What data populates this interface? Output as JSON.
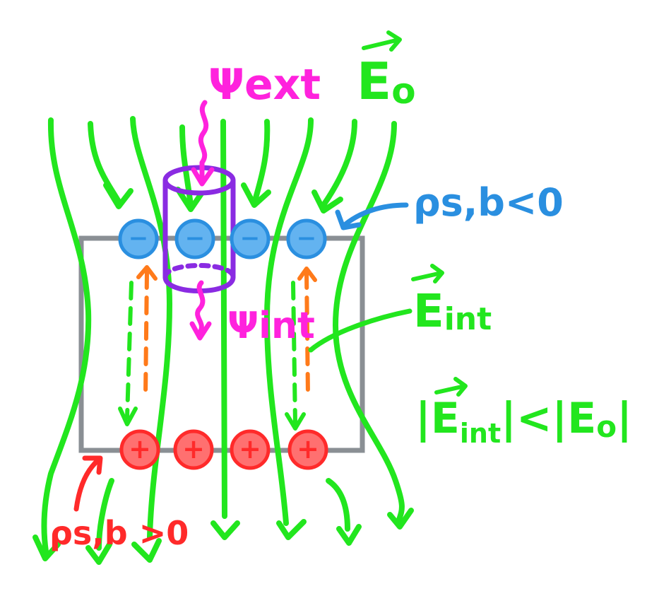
{
  "colors": {
    "field": "#22e61e",
    "flux": "#ff22dd",
    "negative": "#2a8fe0",
    "negative_fill": "#63b3f0",
    "positive": "#ff2a2a",
    "positive_fill": "#ff7070",
    "gaussian": "#8a2be2",
    "internal": "#ff7a1a",
    "slab": "#8a8f94",
    "background": "#ffffff"
  },
  "labels": {
    "psi_ext": "Ψext",
    "e0_symbol": "E",
    "e0_subscript": "o",
    "rho_neg": "ρs,b<0",
    "e_int_symbol": "E",
    "e_int_subscript": "int",
    "psi_int": "Ψint",
    "relation_left": "|E",
    "relation_sub": "int",
    "relation_middle": "|<|E",
    "relation_sub2": "o",
    "relation_right": "|",
    "rho_pos": "ρs,b >0"
  },
  "charges": {
    "negative_sign": "−",
    "positive_sign": "+",
    "negative_count": 4,
    "positive_count": 4
  }
}
